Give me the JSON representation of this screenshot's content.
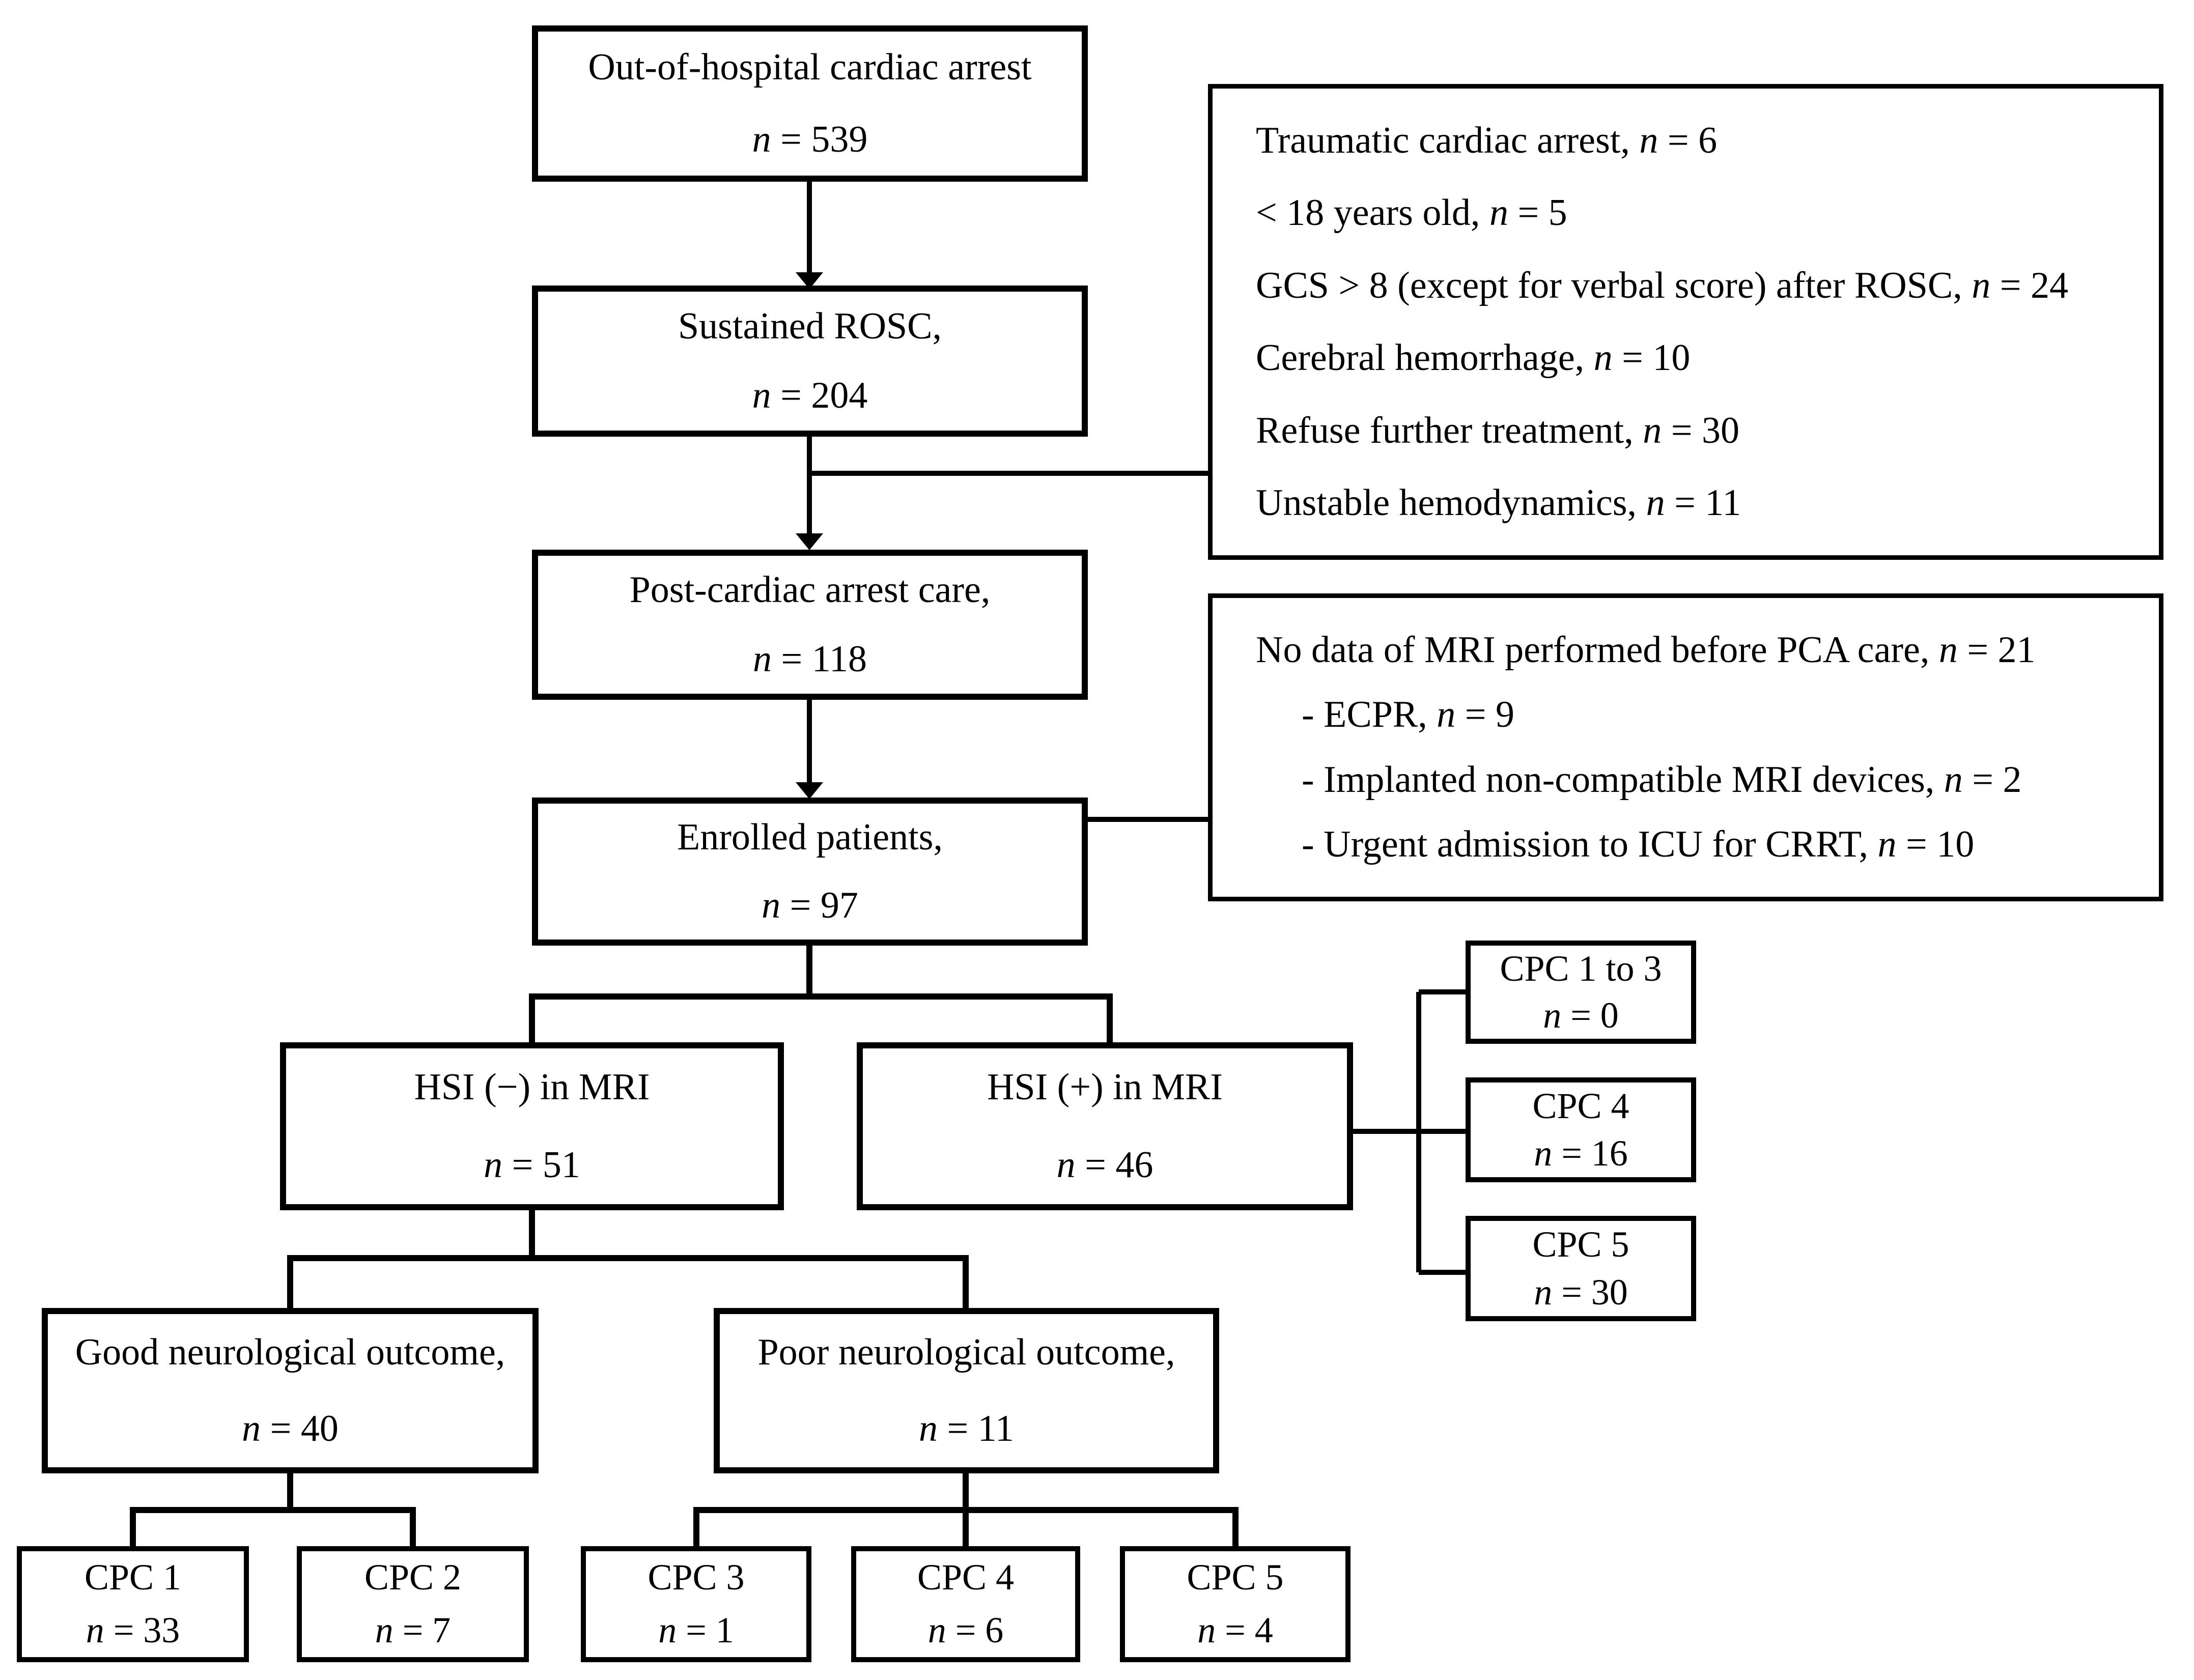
{
  "figure": {
    "kind": "patient-enrollment-flow-diagram",
    "colors": {
      "ink": "#000000",
      "paper": "#ffffff"
    }
  },
  "boxes": {
    "ohca": {
      "line1": "Out-of-hospital cardiac arrest",
      "n": "n",
      "nrest": " = 539"
    },
    "rosc": {
      "line1": "Sustained ROSC,",
      "n": "n",
      "nrest": " = 204"
    },
    "pca": {
      "line1": "Post-cardiac arrest care,",
      "n": "n",
      "nrest": " = 118"
    },
    "enrolled": {
      "line1": "Enrolled patients,",
      "n": "n",
      "nrest": " = 97"
    },
    "hsi_neg": {
      "line1": "HSI (−) in MRI",
      "n": "n",
      "nrest": " = 51"
    },
    "hsi_pos": {
      "line1": "HSI (+) in MRI",
      "n": "n",
      "nrest": " = 46"
    },
    "cpc13": {
      "line1": "CPC 1 to 3",
      "n": "n",
      "nrest": " = 0"
    },
    "cpc4r": {
      "line1": "CPC 4",
      "n": "n",
      "nrest": " = 16"
    },
    "cpc5r": {
      "line1": "CPC 5",
      "n": "n",
      "nrest": " = 30"
    },
    "good": {
      "line1": "Good neurological outcome,",
      "n": "n",
      "nrest": " = 40"
    },
    "poor": {
      "line1": "Poor neurological outcome,",
      "n": "n",
      "nrest": " = 11"
    },
    "cpc1": {
      "line1": "CPC 1",
      "n": "n",
      "nrest": " = 33"
    },
    "cpc2": {
      "line1": "CPC 2",
      "n": "n",
      "nrest": " = 7"
    },
    "cpc3": {
      "line1": "CPC 3",
      "n": "n",
      "nrest": " = 1"
    },
    "cpc4": {
      "line1": "CPC 4",
      "n": "n",
      "nrest": " = 6"
    },
    "cpc5": {
      "line1": "CPC 5",
      "n": "n",
      "nrest": " = 4"
    }
  },
  "excl1": {
    "lines": [
      {
        "pre": "Traumatic cardiac arrest, ",
        "n": "n",
        "post": " = 6"
      },
      {
        "pre": "< 18 years old, ",
        "n": "n",
        "post": " = 5"
      },
      {
        "pre": "GCS > 8 (except for verbal score) after ROSC, ",
        "n": "n",
        "post": " = 24"
      },
      {
        "pre": "Cerebral hemorrhage, ",
        "n": "n",
        "post": " = 10"
      },
      {
        "pre": "Refuse further treatment, ",
        "n": "n",
        "post": " = 30"
      },
      {
        "pre": "Unstable hemodynamics, ",
        "n": "n",
        "post": " = 11"
      }
    ]
  },
  "excl2": {
    "lines": [
      {
        "pre": "No data of MRI performed before PCA care, ",
        "n": "n",
        "post": " = 21"
      },
      {
        "pre": "- ECPR, ",
        "n": "n",
        "post": " = 9"
      },
      {
        "pre": "- Implanted non-compatible MRI devices, ",
        "n": "n",
        "post": " = 2"
      },
      {
        "pre": "- Urgent admission to ICU for CRRT, ",
        "n": "n",
        "post": " = 10"
      }
    ]
  }
}
